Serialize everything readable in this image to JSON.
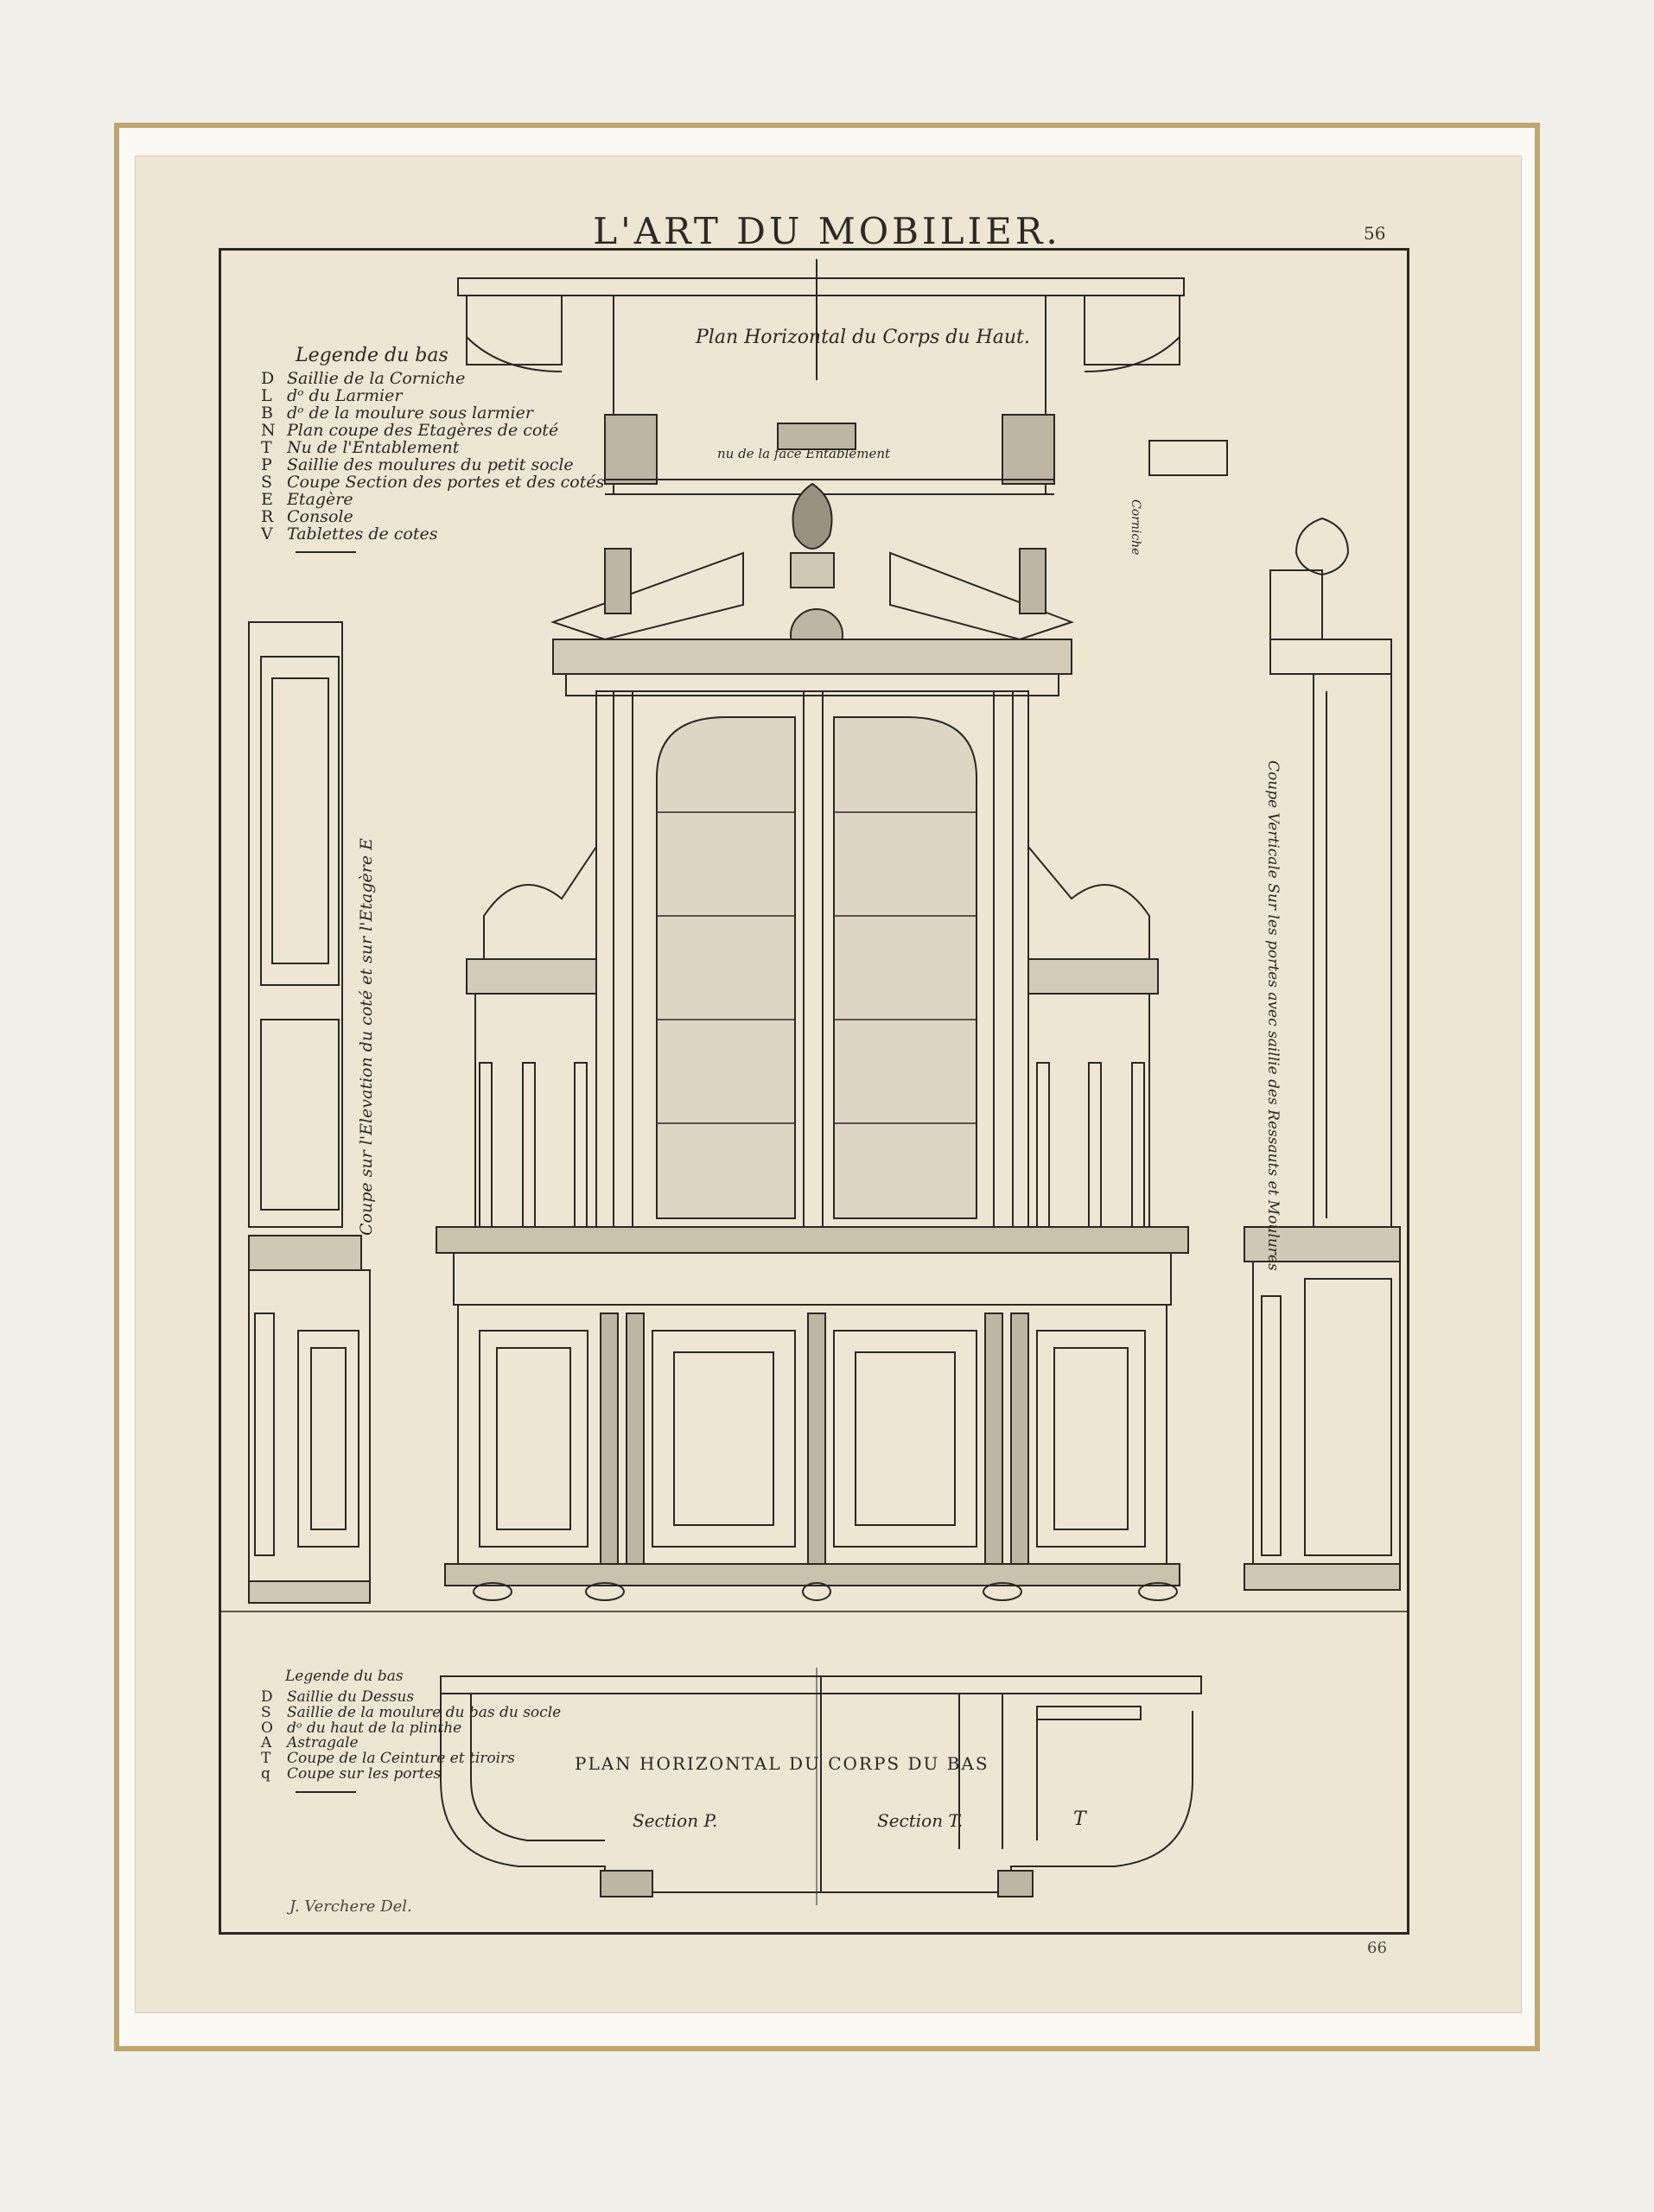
{
  "header": {
    "title": "L'ART DU MOBILIER.",
    "plate_number": "56",
    "bottom_number": "66"
  },
  "signature": "J. Verchere Del.",
  "top_legend": {
    "title": "Legende du bas",
    "items": [
      {
        "key": "D",
        "text": "Saillie de la Corniche"
      },
      {
        "key": "L",
        "text": "dᵒ du Larmier"
      },
      {
        "key": "B",
        "text": "dᵒ de la moulure sous larmier"
      },
      {
        "key": "N",
        "text": "Plan coupe des Etagères de coté"
      },
      {
        "key": "T",
        "text": "Nu de l'Entablement"
      },
      {
        "key": "P",
        "text": "Saillie des moulures du petit socle"
      },
      {
        "key": "S",
        "text": "Coupe Section des portes et des cotés"
      },
      {
        "key": "E",
        "text": "Etagère"
      },
      {
        "key": "R",
        "text": "Console"
      },
      {
        "key": "V",
        "text": "Tablettes de cotes"
      }
    ]
  },
  "bottom_legend": {
    "title": "Legende du bas",
    "items": [
      {
        "key": "D",
        "text": "Saillie du Dessus"
      },
      {
        "key": "S",
        "text": "Saillie de la moulure du bas du socle"
      },
      {
        "key": "O",
        "text": "dᵒ du haut de la plinthe"
      },
      {
        "key": "A",
        "text": "Astragale"
      },
      {
        "key": "T",
        "text": "Coupe de la Ceinture et tiroirs"
      },
      {
        "key": "q",
        "text": "Coupe sur les portes"
      }
    ]
  },
  "labels": {
    "plan_top": "Plan Horizontal du Corps du Haut.",
    "plan_top_sub": "nu de la face Entablement",
    "corniche": "Corniche",
    "plan_bottom": "PLAN HORIZONTAL DU CORPS DU BAS",
    "section_p": "Section P.",
    "section_t": "Section T.",
    "t_mark": "T",
    "left_vertical": "Coupe sur l'Elevation du coté et sur l'Etagère E",
    "right_vertical": "Coupe Verticale Sur les portes avec saillie des Ressauts et Moulures"
  },
  "colors": {
    "ink": "#2a2823",
    "paper": "#ece6d3",
    "mat": "#faf9f3",
    "gold": "#bfa670"
  }
}
